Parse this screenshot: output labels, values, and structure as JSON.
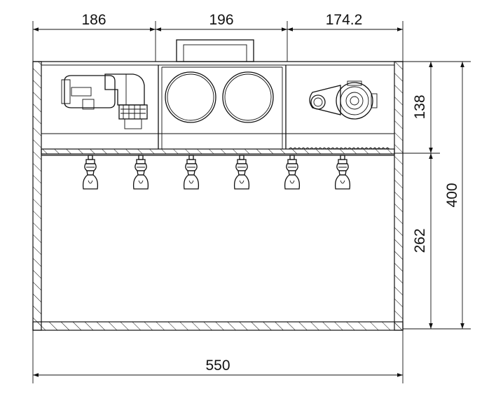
{
  "dimensions": {
    "top_left_width": "186",
    "top_middle_width": "196",
    "top_right_width": "174.2",
    "upper_height": "138",
    "lower_height": "262",
    "total_height": "400",
    "total_width": "550"
  },
  "nozzles": {
    "count": 6
  },
  "colors": {
    "line": "#111111",
    "background": "#ffffff"
  }
}
